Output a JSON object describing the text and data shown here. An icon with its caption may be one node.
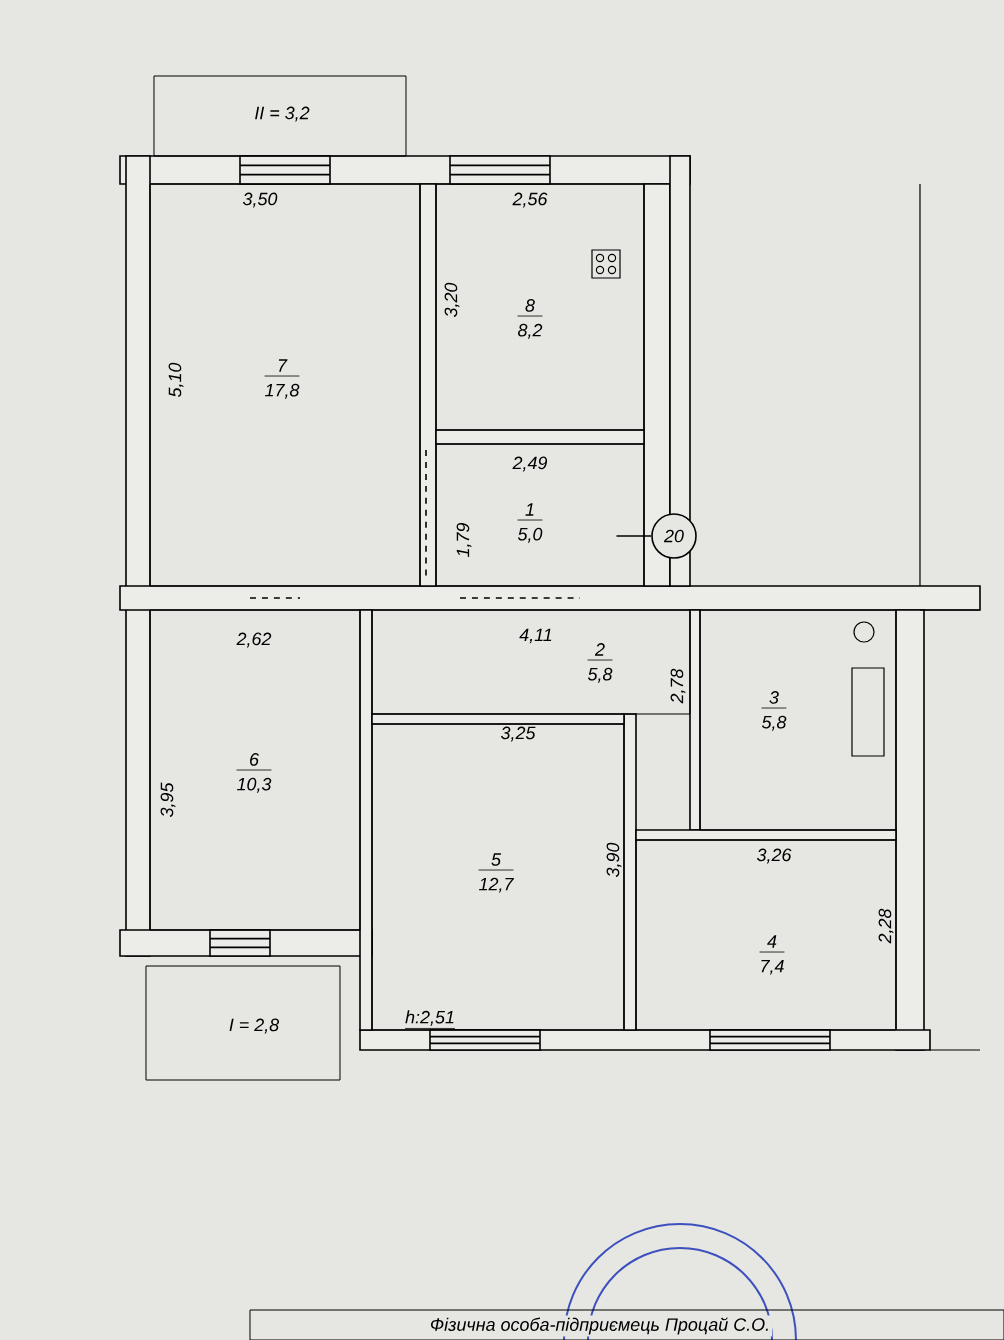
{
  "diagram": {
    "nodes": [
      {
        "text": [
          "II = 3,2"
        ]
      },
      {
        "text": [
          "7",
          "17,8"
        ]
      },
      {
        "text": [
          "8",
          "8,2"
        ]
      },
      {
        "text": [
          "1",
          "5,0"
        ]
      },
      {
        "text": [
          "20"
        ]
      },
      {
        "text": [
          "2",
          "5,8"
        ]
      },
      {
        "text": [
          "3",
          "5,8"
        ]
      },
      {
        "text": [
          "6",
          "10,3"
        ]
      },
      {
        "text": [
          "5",
          "12,7"
        ]
      },
      {
        "text": [
          "4",
          "7,4"
        ]
      },
      {
        "text": [
          "I = 2,8"
        ]
      },
      {
        "text": [
          "Фізична особа-підприємець Процай С.О."
        ]
      }
    ],
    "edges": [
      {
        "from": 4,
        "to": 3,
        "arrow": "none"
      }
    ],
    "labels": [
      "3,50",
      "2,56",
      "3,20",
      "5,10",
      "2,49",
      "1,79",
      "2,62",
      "4,11",
      "2,78",
      "3,25",
      "3,95",
      "3,90",
      "3,26",
      "2,28",
      "h:2,51"
    ]
  }
}
